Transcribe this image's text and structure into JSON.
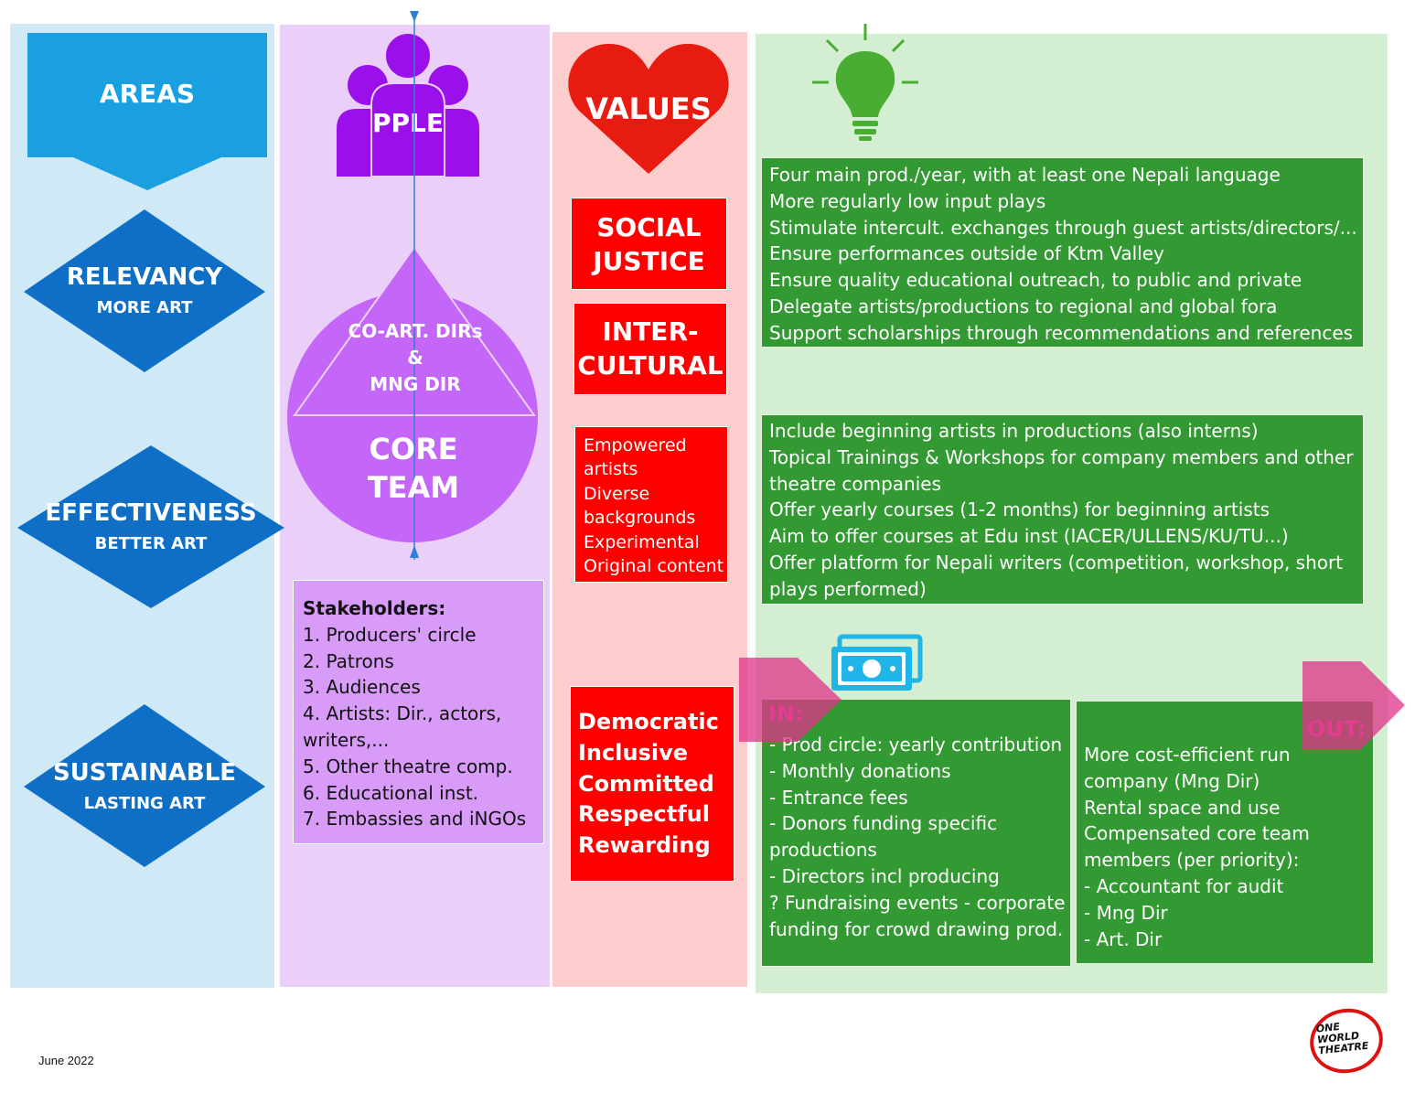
{
  "areas": {
    "header": "AREAS",
    "items": [
      {
        "title": "RELEVANCY",
        "subtitle": "MORE ART"
      },
      {
        "title": "EFFECTIVENESS",
        "subtitle": "BETTER ART"
      },
      {
        "title": "SUSTAINABLE",
        "subtitle": "LASTING ART"
      }
    ]
  },
  "people": {
    "header": "PPLE",
    "triangle_lines": [
      "CO-ART. DIRs",
      "&",
      "MNG DIR"
    ],
    "core_lines": [
      "CORE",
      "TEAM"
    ],
    "stakeholders_title": "Stakeholders:",
    "stakeholders": [
      "1. Producers' circle",
      "2. Patrons",
      "3. Audiences",
      "4. Artists: Dir., actors,",
      "writers,...",
      "5. Other theatre comp.",
      "6. Educational inst.",
      "7. Embassies and iNGOs"
    ]
  },
  "values": {
    "header": "VALUES",
    "social_justice": [
      "SOCIAL",
      "JUSTICE"
    ],
    "intercultural": [
      "INTER-",
      "CULTURAL"
    ],
    "artist_values": [
      "Empowered",
      "artists",
      "Diverse",
      "backgrounds",
      "Experimental",
      "Original content"
    ],
    "org_values": [
      "Democratic",
      "Inclusive",
      "Committed",
      "Respectful",
      "Rewarding"
    ]
  },
  "ideas": {
    "relevancy": [
      "Four main prod./year, with at least one Nepali language",
      "More regularly low input plays",
      "Stimulate intercult. exchanges through guest artists/directors/...",
      "Ensure performances outside of Ktm Valley",
      "Ensure quality educational outreach, to public and private",
      "Delegate artists/productions to regional and global fora",
      "Support scholarships through recommendations and references"
    ],
    "effectiveness": [
      "Include beginning artists in productions (also interns)",
      "Topical Trainings & Workshops for company members and other",
      "theatre companies",
      "Offer yearly courses (1-2 months) for beginning artists",
      "Aim to offer courses at Edu inst (IACER/ULLENS/KU/TU...)",
      "Offer platform for Nepali writers (competition, workshop, short",
      "plays performed)"
    ],
    "in_label": "IN:",
    "in_items": [
      "- Prod circle: yearly contribution",
      "- Monthly donations",
      "- Entrance fees",
      "- Donors funding specific",
      "productions",
      "- Directors incl producing",
      "? Fundraising events - corporate",
      "funding for crowd drawing prod."
    ],
    "out_label": "OUT:",
    "out_items": [
      "More cost-efficient run",
      "company (Mng Dir)",
      "Rental space and use",
      "Compensated core team",
      "members (per priority):",
      "- Accountant for audit",
      "- Mng Dir",
      "- Art. Dir"
    ]
  },
  "footer": {
    "date": "June 2022",
    "logo_text": "ONE WORLD THEATRE"
  }
}
